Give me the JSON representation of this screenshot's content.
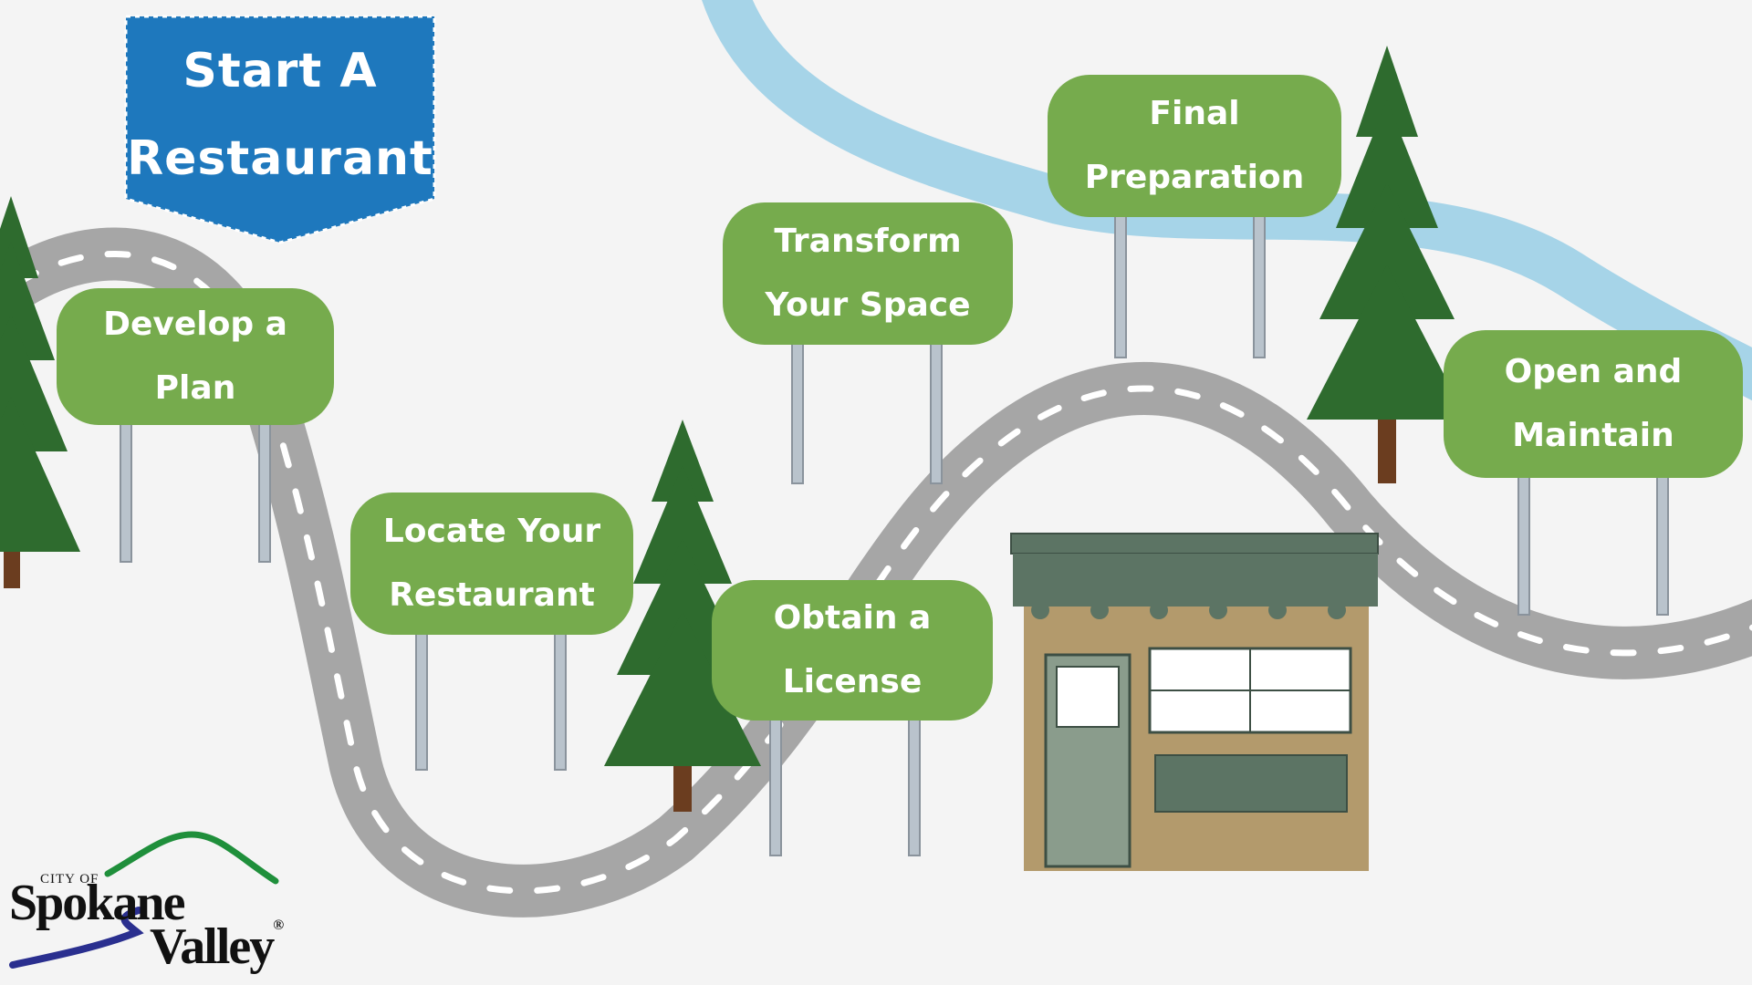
{
  "title": "Start A Restaurant",
  "title_lines": [
    "Start A",
    "Restaurant"
  ],
  "steps": [
    {
      "label": "Develop a Plan"
    },
    {
      "label": "Locate Your Restaurant"
    },
    {
      "label": "Obtain a License"
    },
    {
      "label": "Transform Your Space"
    },
    {
      "label": "Final Preparation"
    },
    {
      "label": "Open and Maintain"
    }
  ],
  "logo": {
    "city_of": "CITY OF",
    "line1": "Spokane",
    "line2": "Valley",
    "registered": "®"
  },
  "colors": {
    "background": "#f4f4f4",
    "banner": "#1e78bd",
    "sign_green": "#76ab4d",
    "road": "#a6a6a6",
    "river": "#a6d4e8",
    "tree": "#2e6b2e",
    "trunk": "#6b3d1f",
    "awning": "#5c7464",
    "shop_wall": "#b39a6c",
    "logo_green": "#1f8f3b",
    "logo_blue": "#2a2f8f"
  }
}
